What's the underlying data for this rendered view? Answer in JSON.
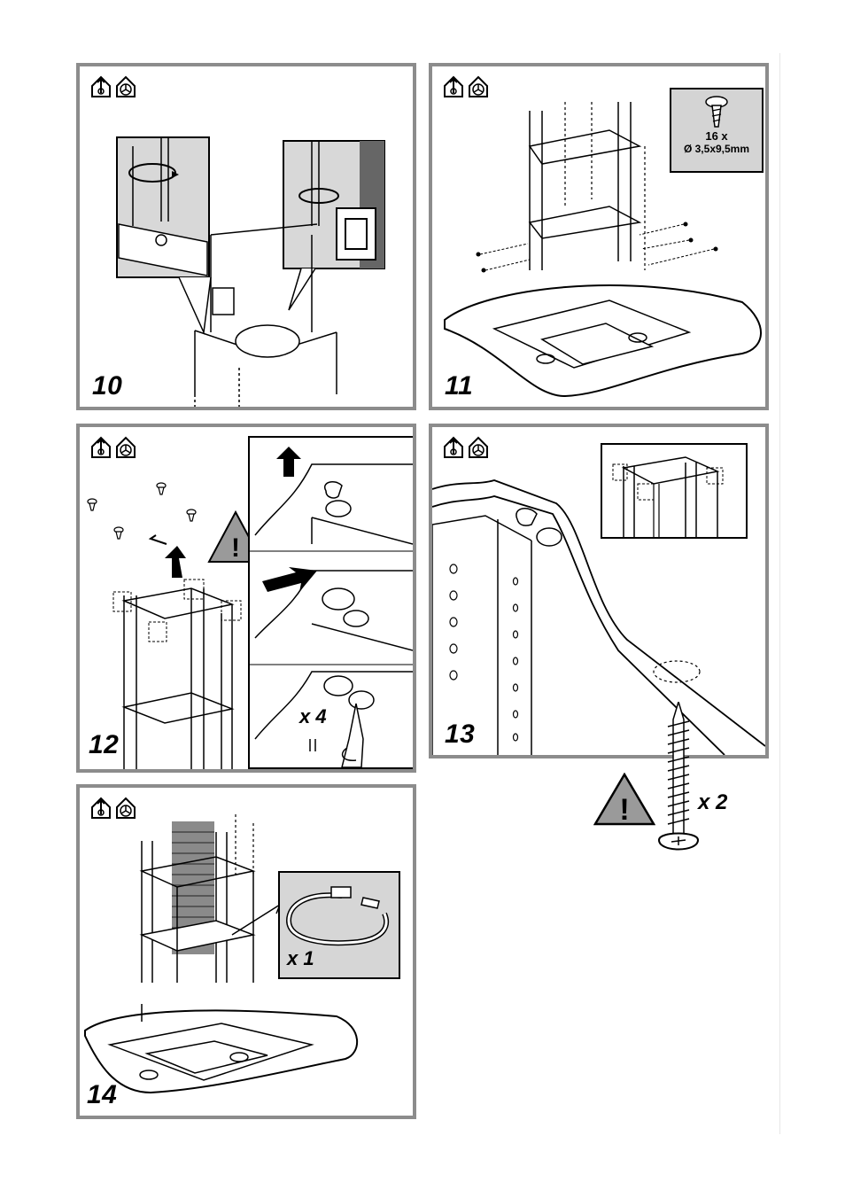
{
  "steps": [
    {
      "id": "10",
      "number": "10"
    },
    {
      "id": "11",
      "number": "11",
      "screw_badge": {
        "quantity": "16 x",
        "spec": "Ø 3,5x9,5mm"
      }
    },
    {
      "id": "12",
      "number": "12",
      "multiplier": "x 4"
    },
    {
      "id": "13",
      "number": "13"
    },
    {
      "id": "14",
      "number": "14",
      "multiplier": "x 1"
    }
  ],
  "loose": {
    "multiplier": "x 2"
  },
  "icons": {
    "ducted": "ducted-mode-icon",
    "recirculation": "recirculation-mode-icon",
    "warning": "warning-triangle-icon"
  },
  "colors": {
    "frame": "#8c8c8c",
    "badge": "#d4d4d4",
    "warning": "#9a9a9a",
    "ink": "#000000"
  }
}
